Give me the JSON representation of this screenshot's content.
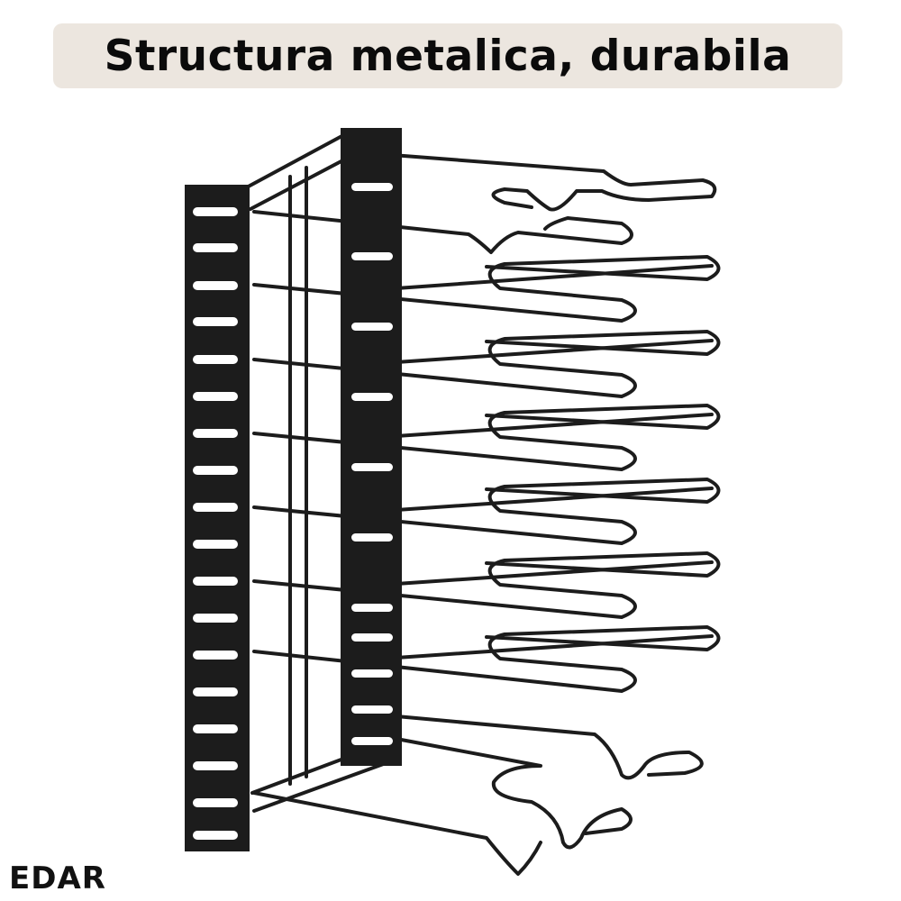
{
  "headline": {
    "text": "Structura metalica, durabila"
  },
  "brand": {
    "logo_text": "EDAR"
  },
  "product": {
    "name": "rack-image",
    "color": "#1c1c1c",
    "slot_color": "#ffffff"
  }
}
